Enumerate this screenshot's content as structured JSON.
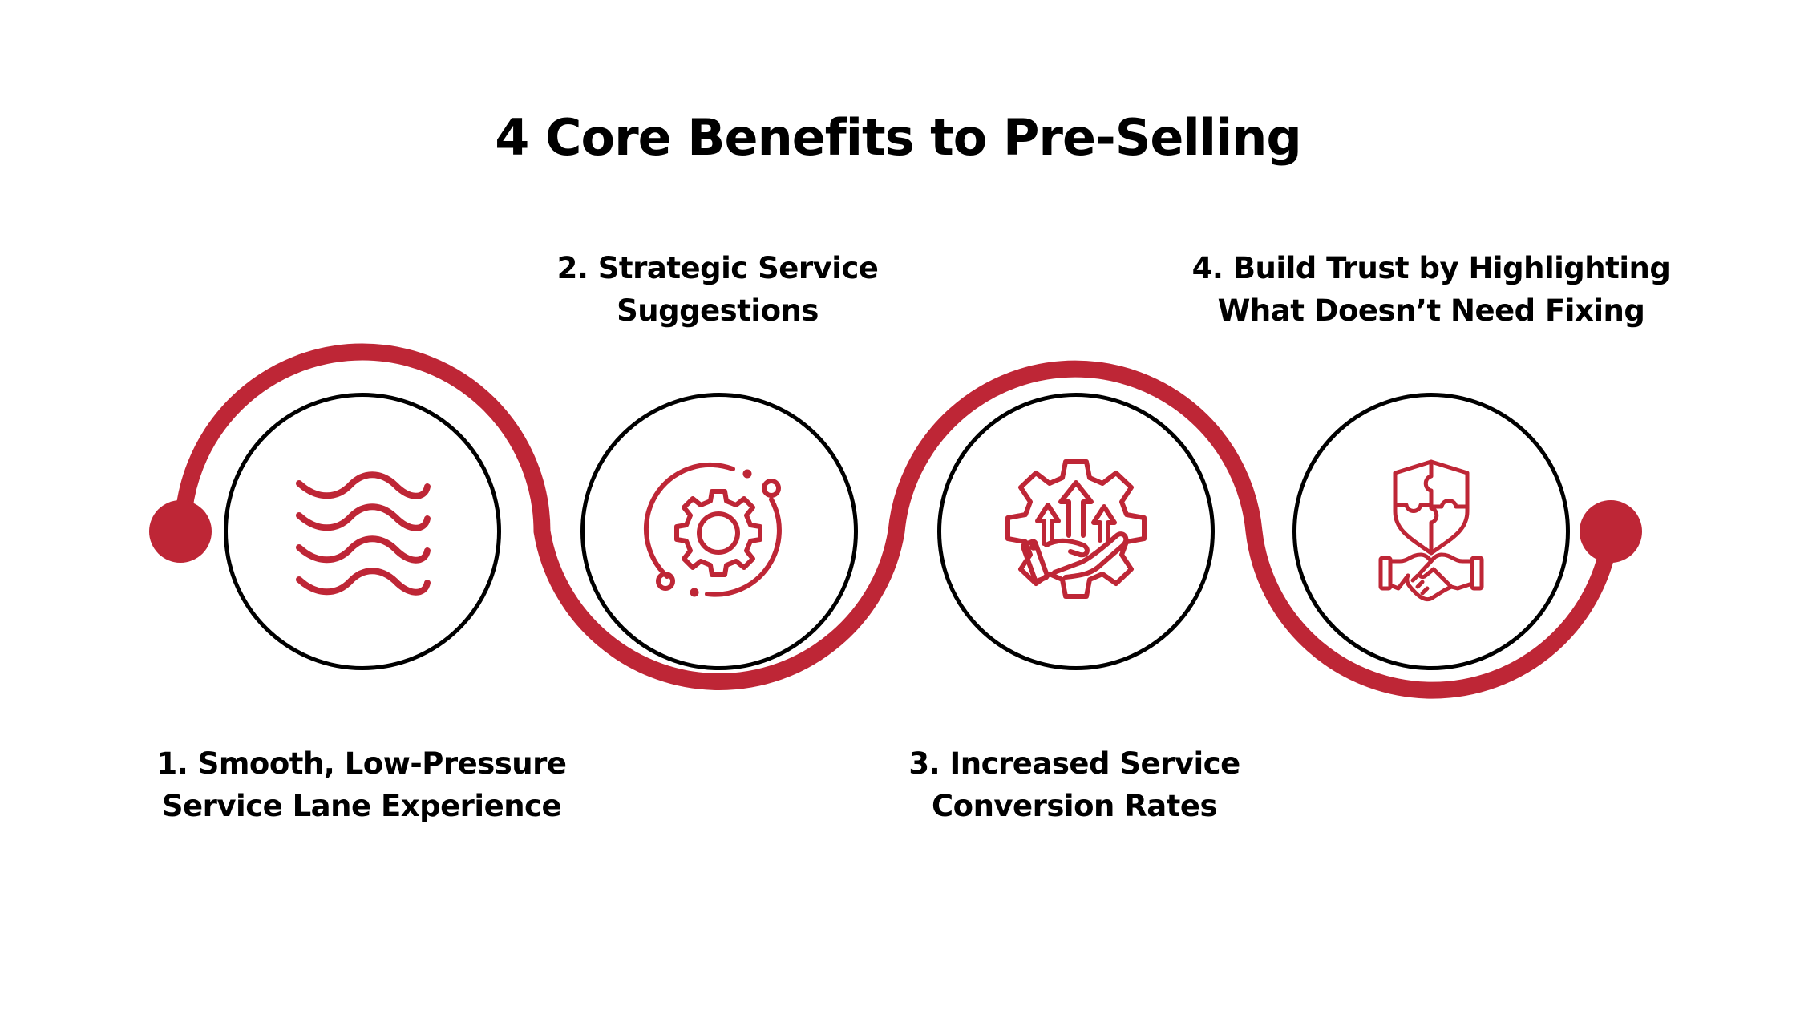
{
  "title": "4 Core Benefits to Pre-Selling",
  "colors": {
    "accent": "#BE2636",
    "outline": "#000000",
    "background": "#FFFFFF",
    "text": "#000000"
  },
  "steps": [
    {
      "number": 1,
      "label_line1": "1. Smooth, Low-Pressure",
      "label_line2": "Service Lane Experience",
      "icon": "waves-icon",
      "label_position": "below"
    },
    {
      "number": 2,
      "label_line1": "2. Strategic Service",
      "label_line2": "Suggestions",
      "icon": "gear-cycle-icon",
      "label_position": "above"
    },
    {
      "number": 3,
      "label_line1": "3. Increased Service",
      "label_line2": "Conversion Rates",
      "icon": "gear-hand-growth-arrows-icon",
      "label_position": "below"
    },
    {
      "number": 4,
      "label_line1": "4. Build Trust by Highlighting",
      "label_line2": "What Doesn’t Need Fixing",
      "icon": "shield-puzzle-handshake-icon",
      "label_position": "above"
    }
  ]
}
